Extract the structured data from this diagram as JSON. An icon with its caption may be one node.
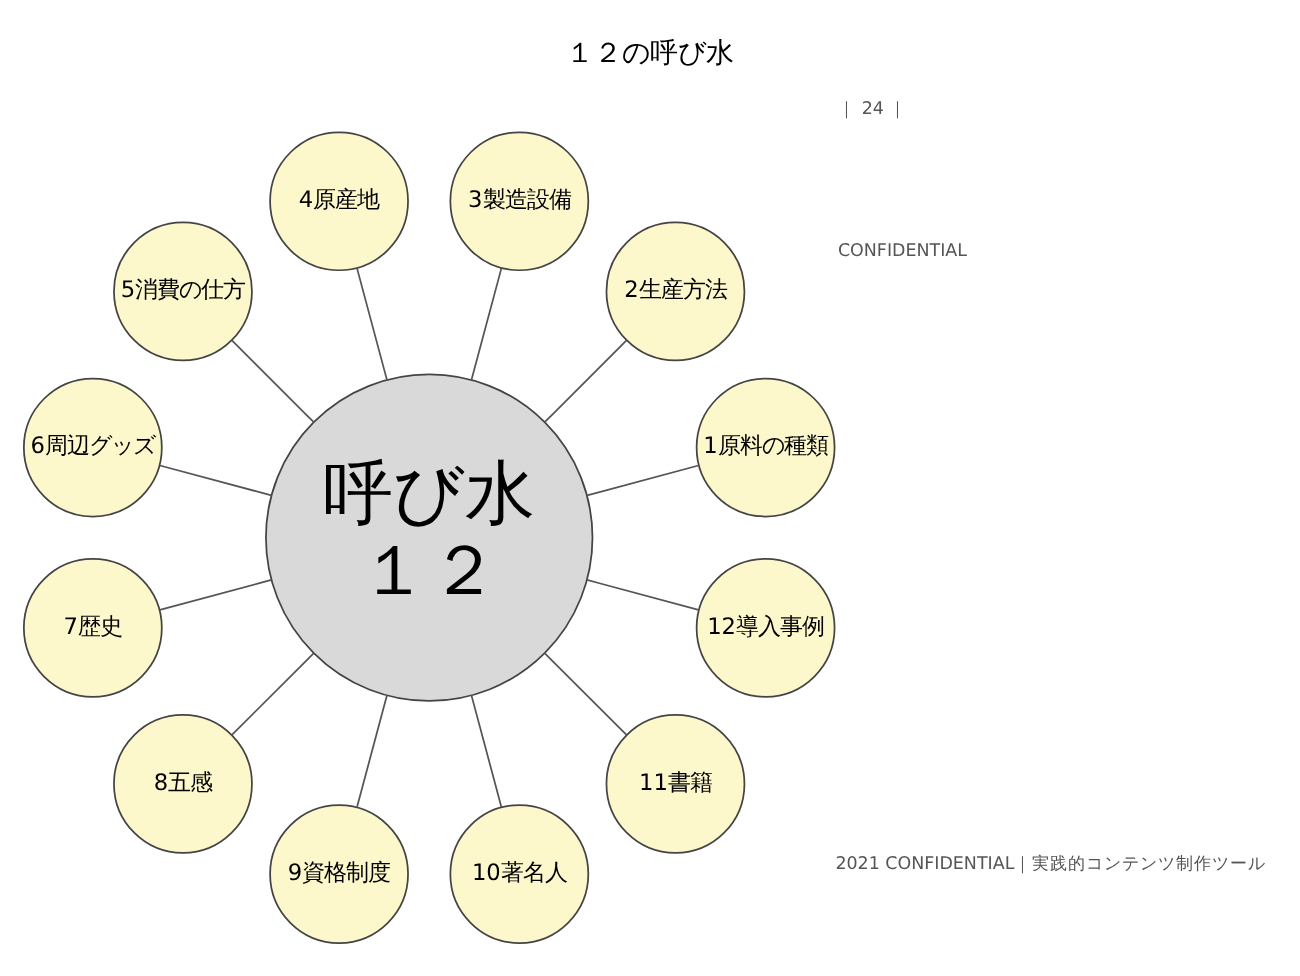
{
  "diagram": {
    "title": "１２の呼び水",
    "nodes": [
      {
        "text": [
          "呼び水",
          "１２"
        ]
      },
      {
        "text": [
          "1原料の種類"
        ]
      },
      {
        "text": [
          "2生産方法"
        ]
      },
      {
        "text": [
          "3製造設備"
        ]
      },
      {
        "text": [
          "4原産地"
        ]
      },
      {
        "text": [
          "5消費の仕方"
        ]
      },
      {
        "text": [
          "6周辺グッズ"
        ]
      },
      {
        "text": [
          "7歴史"
        ]
      },
      {
        "text": [
          "8五感"
        ]
      },
      {
        "text": [
          "9資格制度"
        ]
      },
      {
        "text": [
          "10著名人"
        ]
      },
      {
        "text": [
          "11書籍"
        ]
      },
      {
        "text": [
          "12導入事例"
        ]
      }
    ],
    "edges": [
      {
        "from": 0,
        "to": 1,
        "arrow": "none"
      },
      {
        "from": 0,
        "to": 2,
        "arrow": "none"
      },
      {
        "from": 0,
        "to": 3,
        "arrow": "none"
      },
      {
        "from": 0,
        "to": 4,
        "arrow": "none"
      },
      {
        "from": 0,
        "to": 5,
        "arrow": "none"
      },
      {
        "from": 0,
        "to": 6,
        "arrow": "none"
      },
      {
        "from": 0,
        "to": 7,
        "arrow": "none"
      },
      {
        "from": 0,
        "to": 8,
        "arrow": "none"
      },
      {
        "from": 0,
        "to": 9,
        "arrow": "none"
      },
      {
        "from": 0,
        "to": 10,
        "arrow": "none"
      },
      {
        "from": 0,
        "to": 11,
        "arrow": "none"
      },
      {
        "from": 0,
        "to": 12,
        "arrow": "none"
      }
    ],
    "labels": [
      "CONFIDENTIAL",
      "2021 CONFIDENTIAL｜実践的コンテンツ制作ツール",
      "｜ 24 ｜"
    ]
  }
}
